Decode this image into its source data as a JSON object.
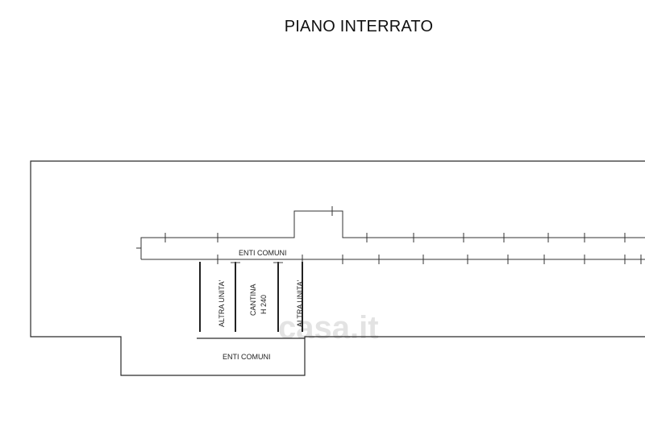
{
  "plan": {
    "title": "PIANO INTERRATO",
    "labels": {
      "common_corridor": "ENTI COMUNI",
      "common_lower": "ENTI COMUNI",
      "other_unit_left": "ALTRA UNITA'",
      "other_unit_right": "ALTRA UNITA'",
      "cellar": "CANTINA",
      "cellar_height": "H 240"
    },
    "watermark": "casa.it"
  }
}
